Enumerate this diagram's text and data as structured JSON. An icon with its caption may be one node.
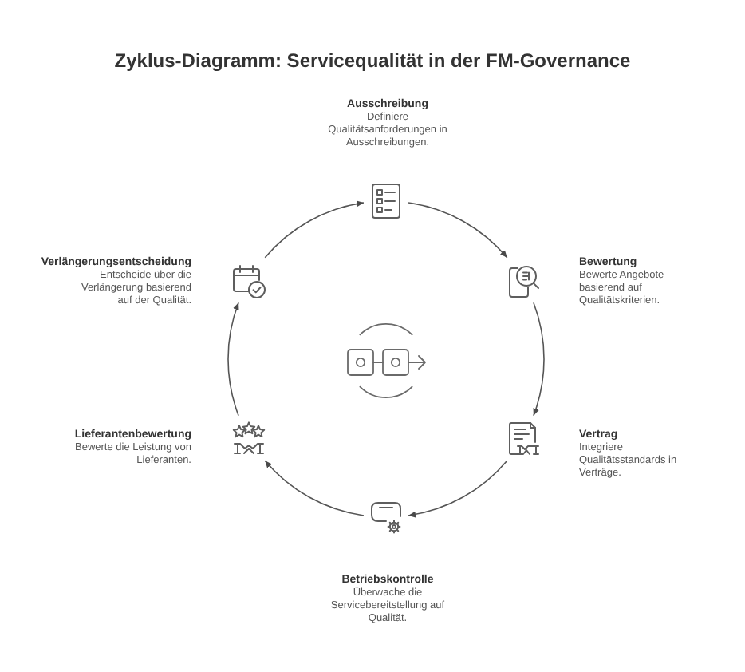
{
  "diagram": {
    "title": "Zyklus-Diagramm: Servicequalität in der FM-Governance",
    "nodes": [
      {
        "text": [],
        "shape": "picture",
        "beside": [
          "Ausschreibung",
          "Definiere Qualitätsanforderungen in Ausschreibungen."
        ]
      },
      {
        "text": [],
        "shape": "picture",
        "beside": [
          "Bewertung",
          "Bewerte Angebote basierend auf Qualitätskriterien."
        ]
      },
      {
        "text": [],
        "shape": "picture",
        "beside": [
          "Vertrag",
          "Integriere Qualitätsstandards in Verträge."
        ]
      },
      {
        "text": [],
        "shape": "picture",
        "beside": [
          "Betriebskontrolle",
          "Überwache die Servicebereitstellung auf Qualität."
        ]
      },
      {
        "text": [],
        "shape": "picture",
        "beside": [
          "Lieferantenbewertung",
          "Bewerte die Leistung von Lieferanten."
        ]
      },
      {
        "text": [],
        "shape": "picture",
        "beside": [
          "Verlängerungsentscheidung",
          "Entscheide über die Verlängerung basierend auf der Qualität."
        ]
      }
    ],
    "edges": [
      {
        "from": 0,
        "to": 1,
        "arrow": "to"
      },
      {
        "from": 1,
        "to": 2,
        "arrow": "to"
      },
      {
        "from": 2,
        "to": 3,
        "arrow": "to"
      },
      {
        "from": 3,
        "to": 4,
        "arrow": "to"
      },
      {
        "from": 4,
        "to": 5,
        "arrow": "to"
      },
      {
        "from": 5,
        "to": 0,
        "arrow": "to"
      }
    ]
  }
}
